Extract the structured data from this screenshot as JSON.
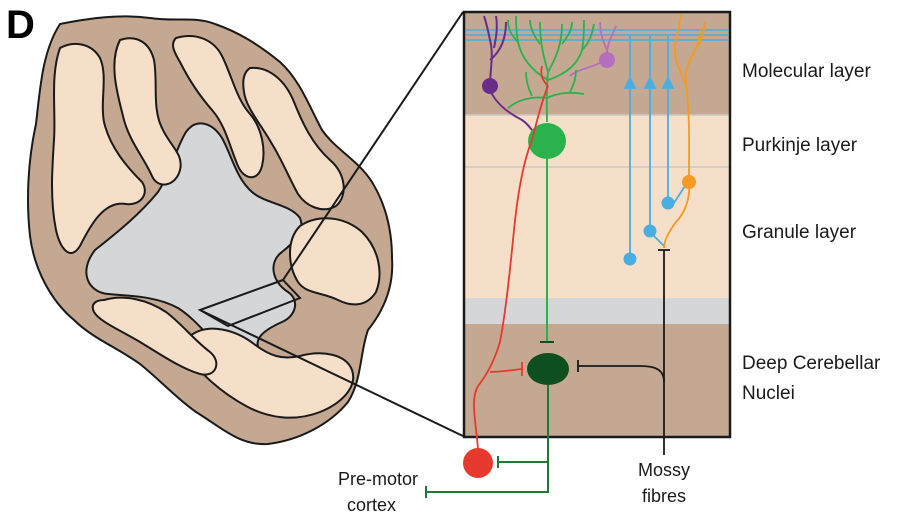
{
  "panel_letter": "D",
  "layers": {
    "molecular": "Molecular layer",
    "purkinje": "Purkinje layer",
    "granule": "Granule layer",
    "deep_line1": "Deep Cerebellar",
    "deep_line2": "Nuclei"
  },
  "inputs": {
    "premotor_line1": "Pre-motor",
    "premotor_line2": "cortex",
    "mossy_line1": "Mossy",
    "mossy_line2": "fibres"
  },
  "colors": {
    "tissue": "#c4a891",
    "white_matter": "#d5d6d8",
    "granule": "#f5dfc8",
    "purkinje_cell": "#2bb24c",
    "dcn_cell": "#0d4f1e",
    "premotor_cell": "#e8392f",
    "parallel_fibres": "#49aee0",
    "golgi": "#6a2c8a",
    "basket": "#b46fbf",
    "mossy_branch": "#f59a23"
  }
}
